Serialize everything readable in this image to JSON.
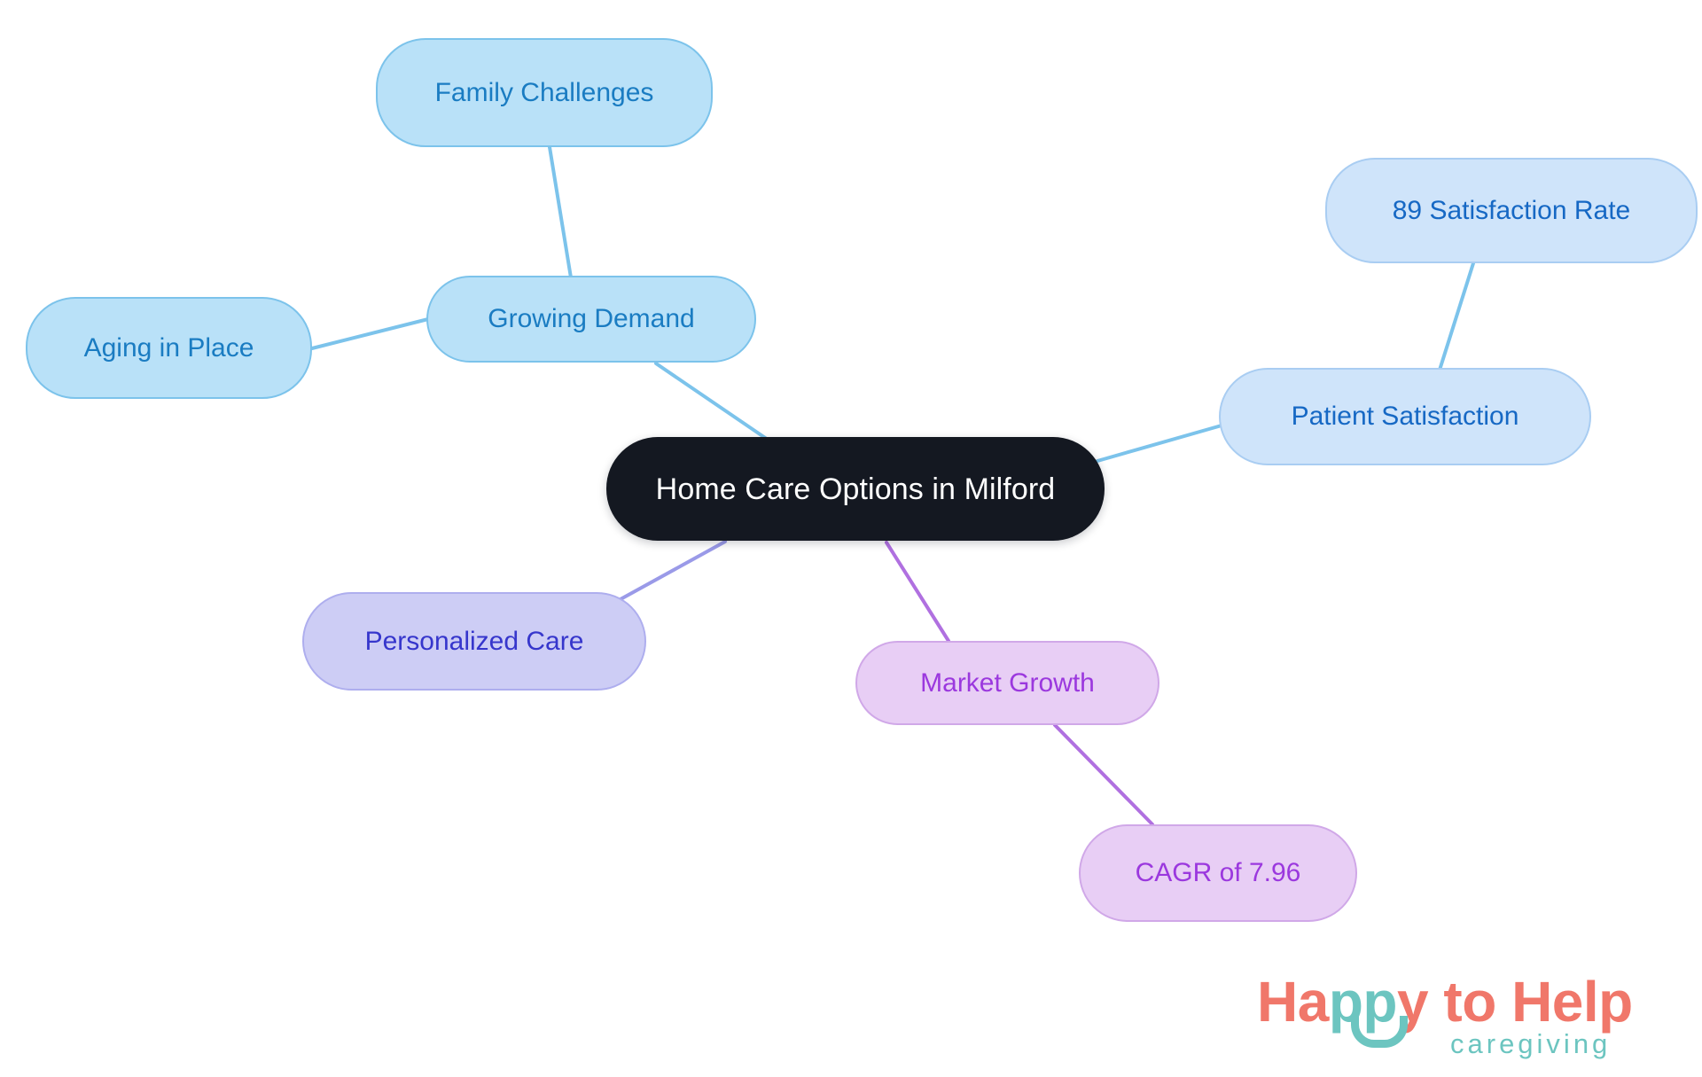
{
  "diagram": {
    "type": "mindmap",
    "root": {
      "id": "root",
      "label": "Home Care Options in Milford",
      "color_fill": "#141821",
      "color_text": "#ffffff"
    },
    "branches": [
      {
        "id": "growing-demand",
        "label": "Growing Demand",
        "color_fill": "#b9e1f8",
        "color_text": "#1a7cc2",
        "edge_color": "#7cc3eb",
        "children": [
          {
            "id": "family-challenges",
            "label": "Family Challenges"
          },
          {
            "id": "aging-in-place",
            "label": "Aging in Place"
          }
        ]
      },
      {
        "id": "patient-satisfaction",
        "label": "Patient Satisfaction",
        "color_fill": "#cfe4fa",
        "color_text": "#1668c4",
        "edge_color": "#7cc3eb",
        "children": [
          {
            "id": "satisfaction-rate",
            "label": "89 Satisfaction Rate"
          }
        ]
      },
      {
        "id": "personalized-care",
        "label": "Personalized Care",
        "color_fill": "#cdcdf5",
        "color_text": "#3636cc",
        "edge_color": "#9a9ae8",
        "children": []
      },
      {
        "id": "market-growth",
        "label": "Market Growth",
        "color_fill": "#e8cef5",
        "color_text": "#9b38de",
        "edge_color": "#b070e0",
        "children": [
          {
            "id": "cagr",
            "label": "CAGR of 7.96"
          }
        ]
      }
    ]
  },
  "nodes": {
    "root": "Home Care Options in Milford",
    "family_challenges": "Family Challenges",
    "growing_demand": "Growing Demand",
    "aging_in_place": "Aging in Place",
    "satisfaction_rate": "89 Satisfaction Rate",
    "patient_satisfaction": "Patient Satisfaction",
    "personalized_care": "Personalized Care",
    "market_growth": "Market Growth",
    "cagr": "CAGR of 7.96"
  },
  "logo": {
    "part1": "Ha",
    "part2": "pp",
    "part3": "y to Hel",
    "part4": "p",
    "full_name": "Happy to Help",
    "tagline": "caregiving",
    "color_primary": "#f0776a",
    "color_secondary": "#6cc5c0"
  }
}
